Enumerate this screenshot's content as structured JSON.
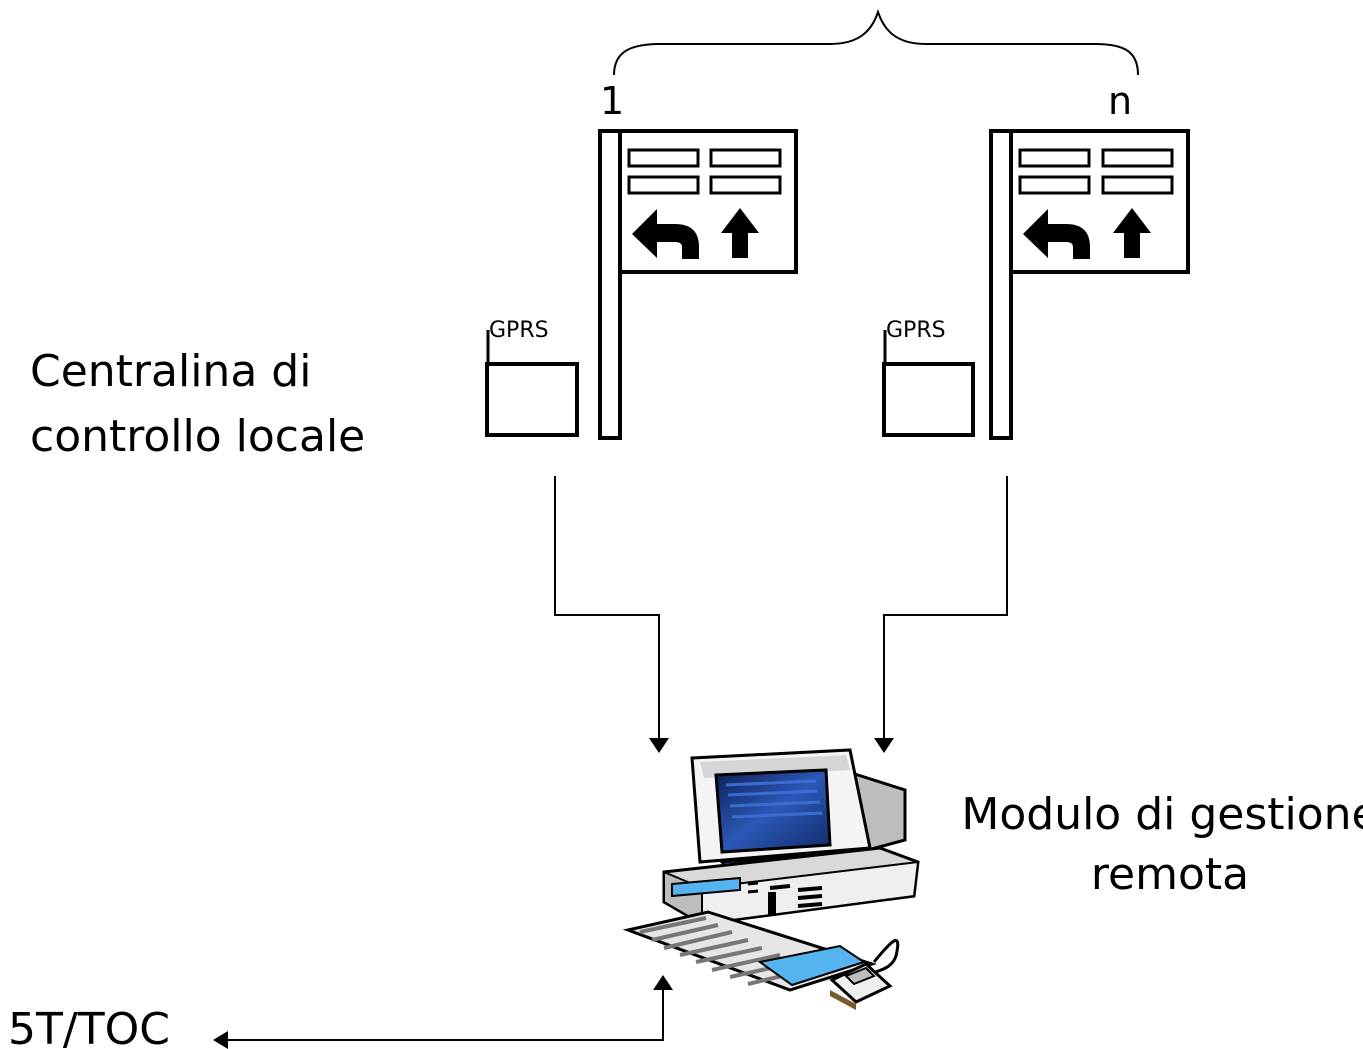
{
  "labels": {
    "index_first": "1",
    "index_last": "n",
    "gprs": "GPRS",
    "local_controller_line1": "Centralina di",
    "local_controller_line2": "controllo locale",
    "remote_module_line1": "Modulo di gestione",
    "remote_module_line2": "remota",
    "external": "5T/TOC"
  },
  "icons": {
    "sign": "direction-sign-icon",
    "computer": "desktop-computer-icon"
  },
  "colors": {
    "ink": "#000000",
    "monitor_screen": "#1b3f8f",
    "drive_accent": "#55b4f0",
    "case_gray": "#c8c8c8"
  }
}
